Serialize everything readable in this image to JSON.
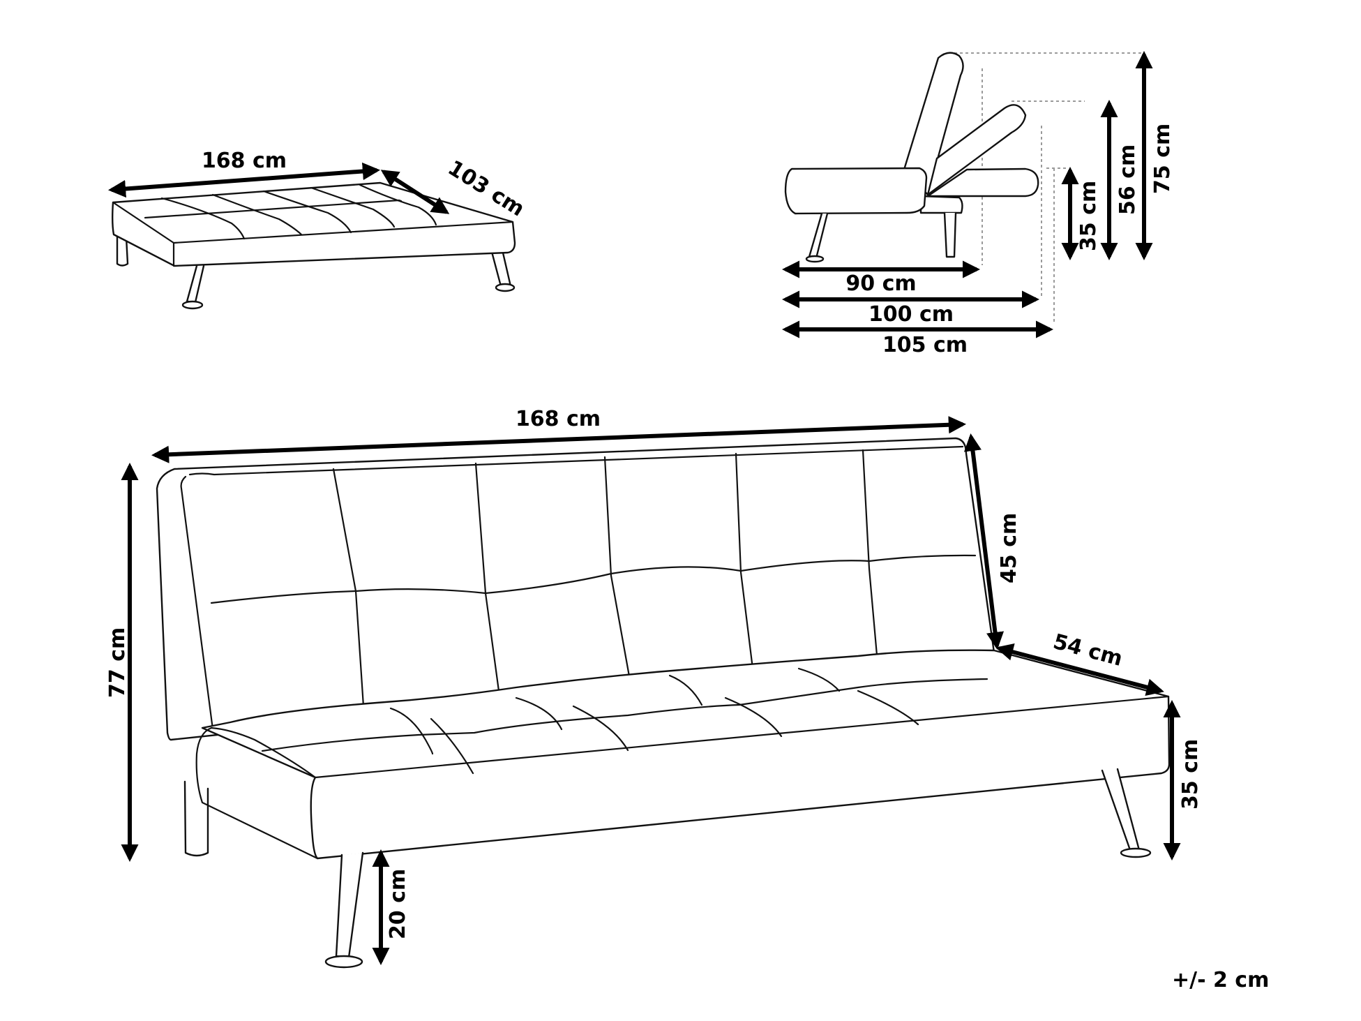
{
  "diagram": {
    "subject": "Sofa bed dimension drawing",
    "views": {
      "flat_bed": {
        "width_label": "168 cm",
        "depth_label": "103 cm"
      },
      "side_profile": {
        "depth_labels": [
          "90 cm",
          "100 cm",
          "105 cm"
        ],
        "height_labels": [
          "35 cm",
          "56 cm",
          "75 cm"
        ]
      },
      "front_view": {
        "width_label": "168 cm",
        "total_height_label": "77 cm",
        "backrest_height_label": "45 cm",
        "seat_depth_label": "54 cm",
        "seat_height_label": "35 cm",
        "leg_height_label": "20 cm"
      }
    },
    "tolerance_note": "+/- 2 cm",
    "colors": {
      "line": "#111111",
      "arrow": "#000000",
      "guide": "#9a9a9a",
      "background": "#ffffff"
    }
  }
}
